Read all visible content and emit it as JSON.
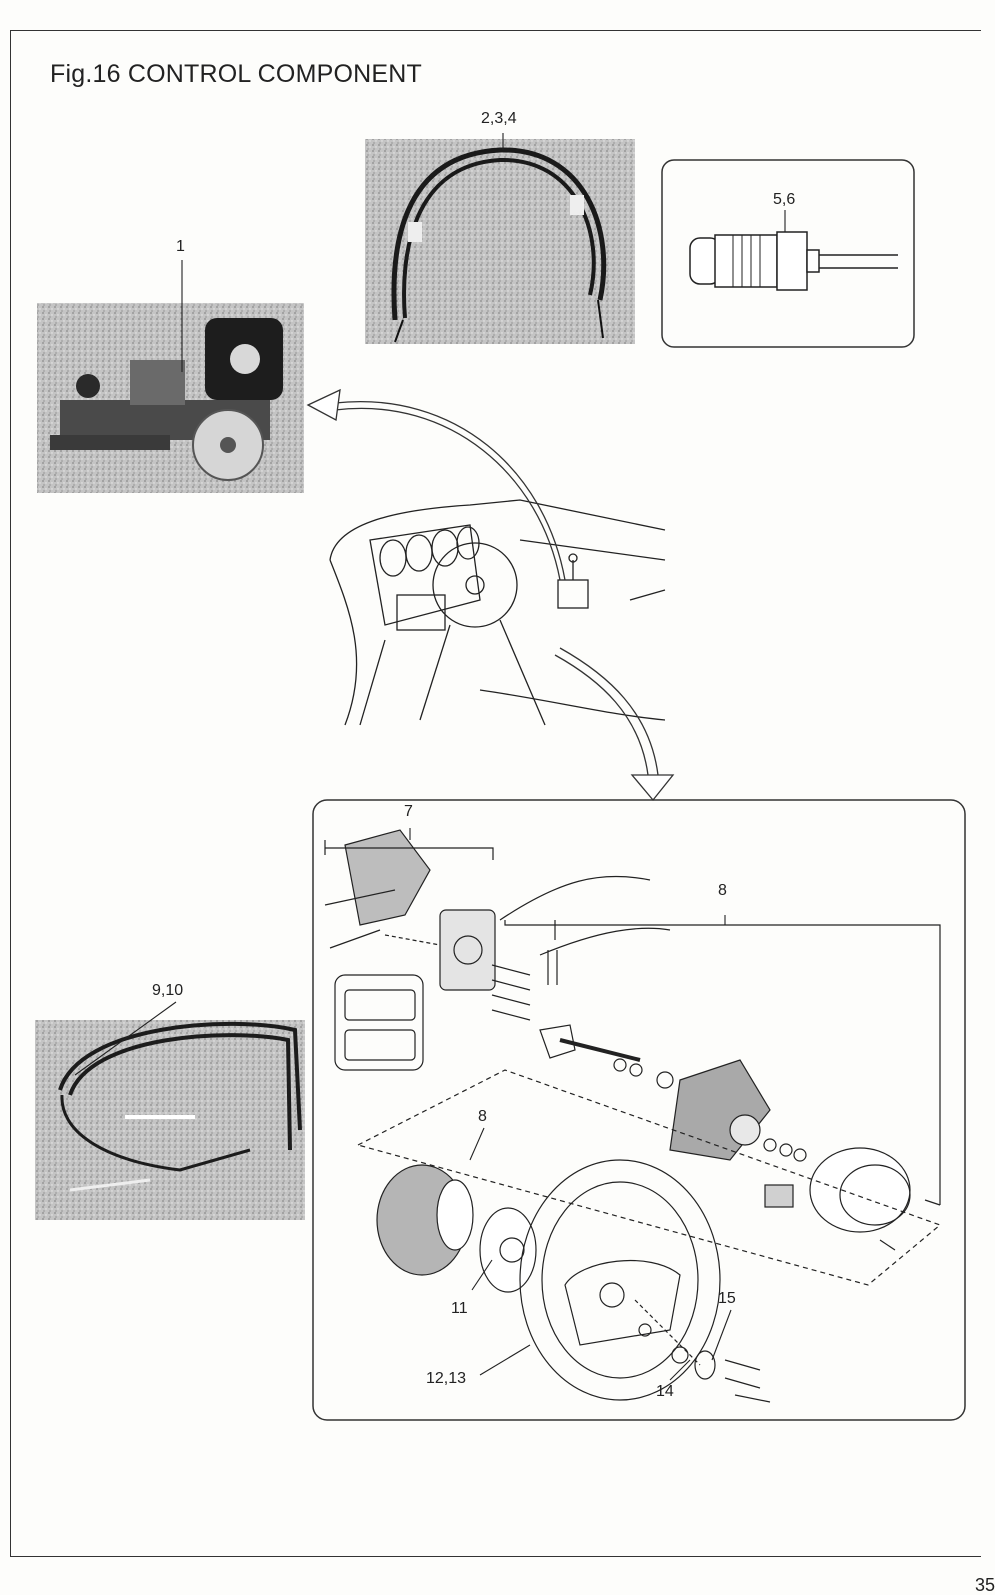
{
  "figure": {
    "title": "Fig.16 CONTROL COMPONENT",
    "page_number": "35"
  },
  "callouts": [
    {
      "id": "c1",
      "text": "1"
    },
    {
      "id": "c234",
      "text": "2,3,4"
    },
    {
      "id": "c56",
      "text": "5,6"
    },
    {
      "id": "c7",
      "text": "7"
    },
    {
      "id": "c8a",
      "text": "8"
    },
    {
      "id": "c8b",
      "text": "8"
    },
    {
      "id": "c910",
      "text": "9,10"
    },
    {
      "id": "c11",
      "text": "11"
    },
    {
      "id": "c1213",
      "text": "12,13"
    },
    {
      "id": "c14",
      "text": "14"
    },
    {
      "id": "c15",
      "text": "15"
    }
  ],
  "colors": {
    "ink": "#222222",
    "photo_gray": "#b9b9b9",
    "photo_dark": "#555555",
    "paper": "#fdfdfb"
  }
}
